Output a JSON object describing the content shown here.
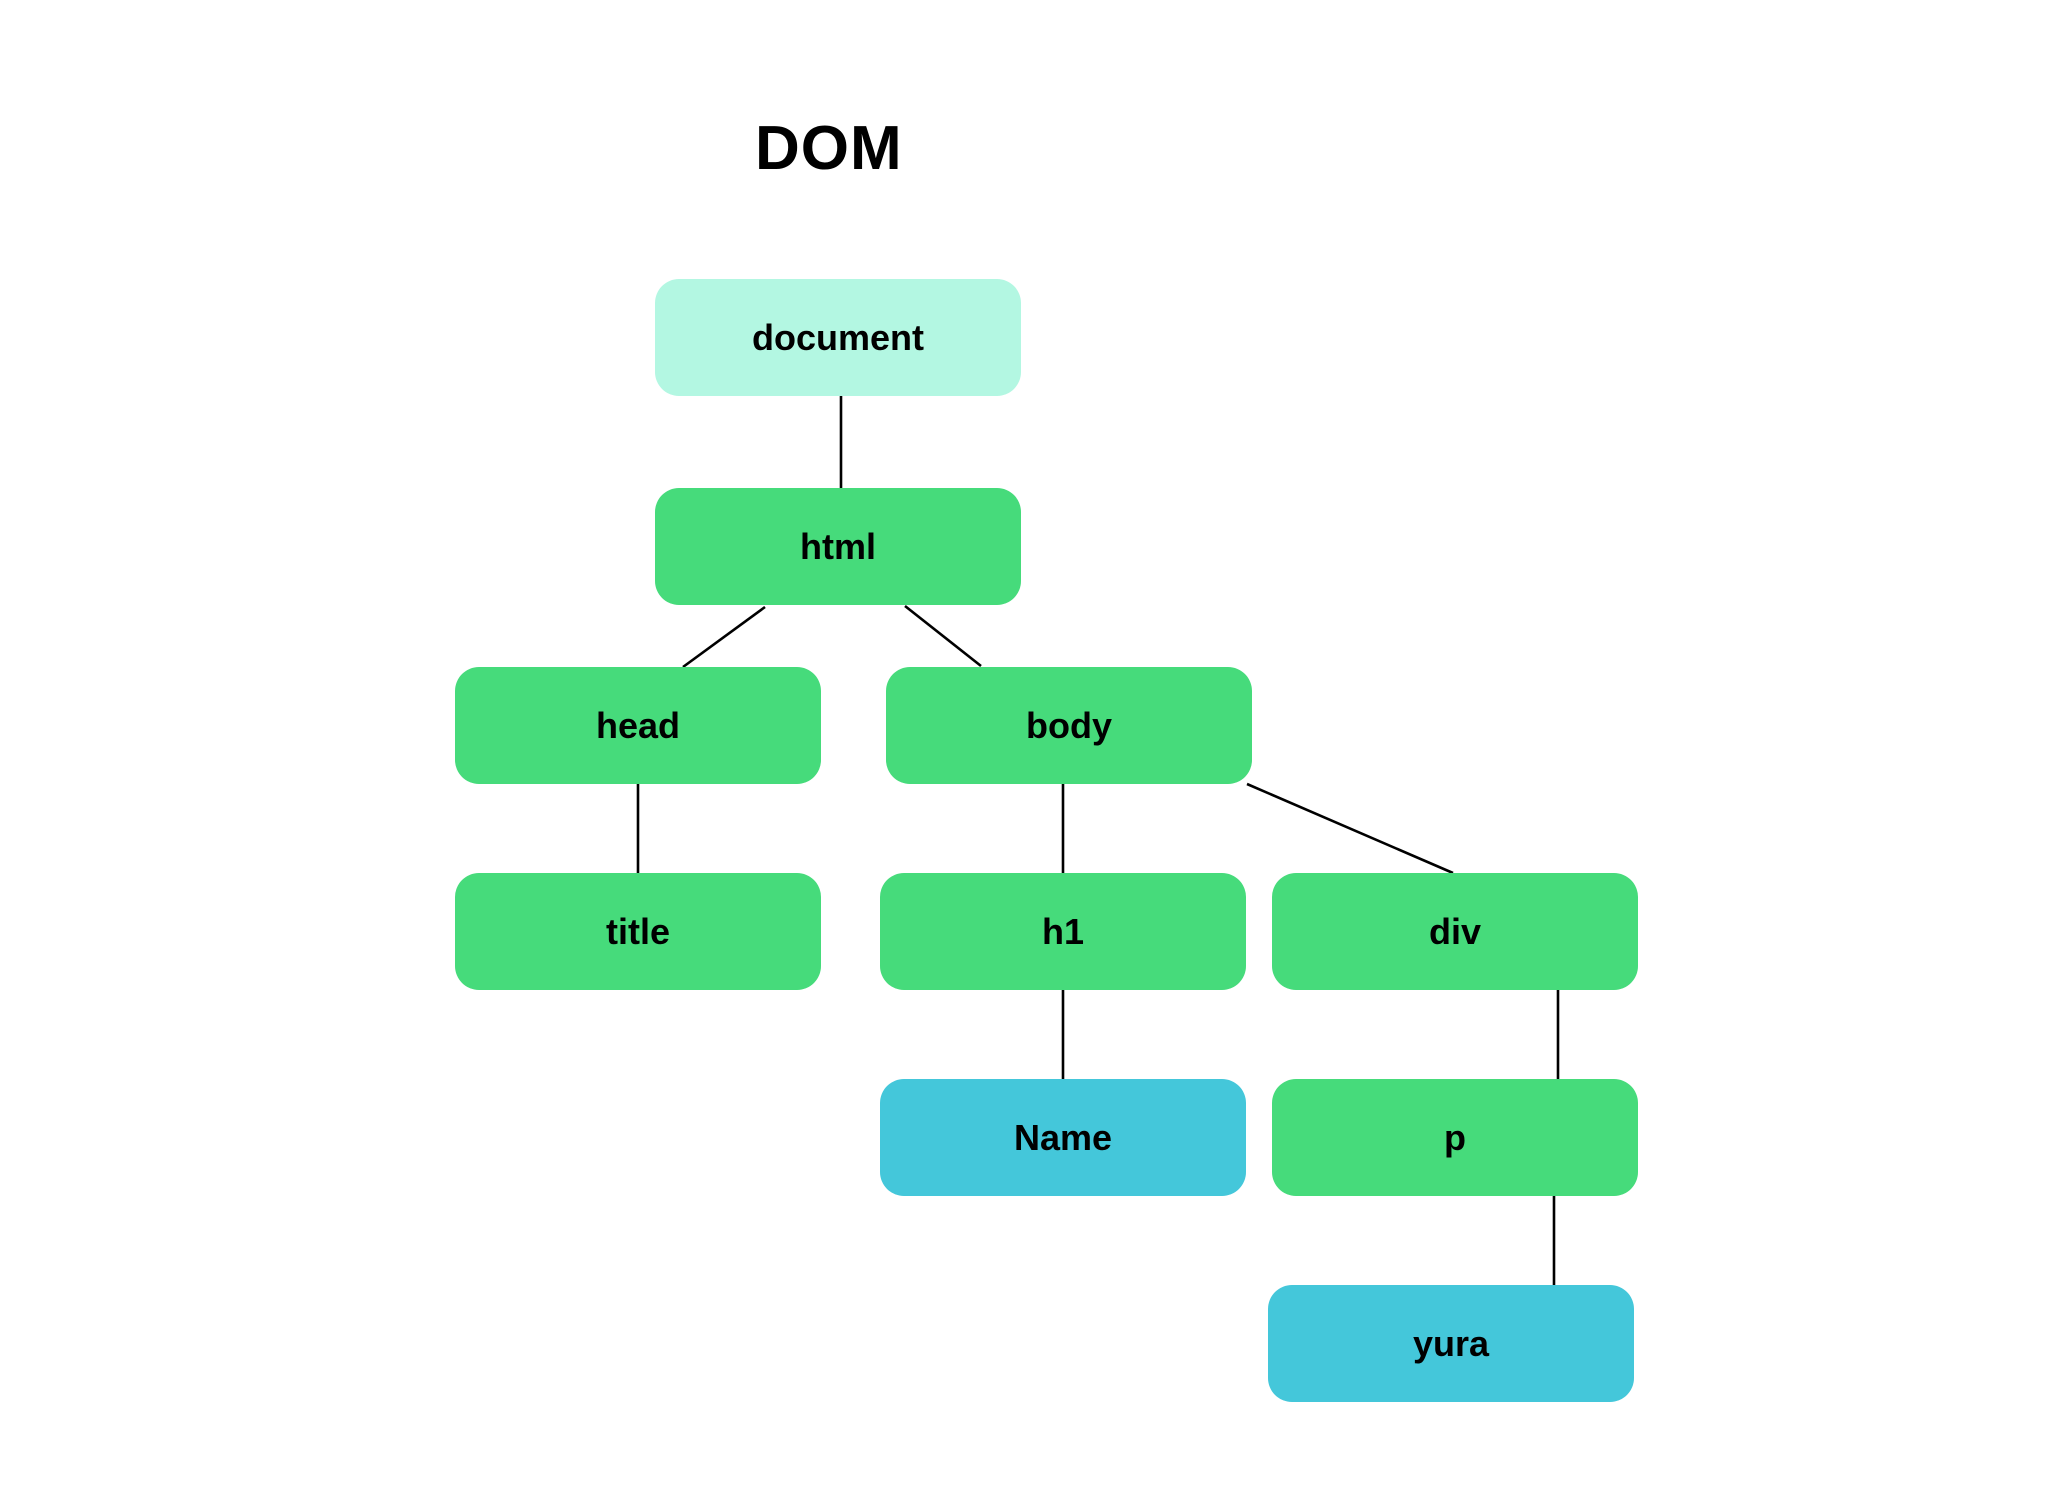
{
  "diagram": {
    "title": "DOM",
    "colors": {
      "root": "#b3f7e2",
      "element": "#46db7b",
      "text": "#44c7da",
      "connector": "#000000"
    },
    "nodes": {
      "document": "document",
      "html": "html",
      "head": "head",
      "body": "body",
      "title": "title",
      "h1": "h1",
      "div": "div",
      "name": "Name",
      "p": "p",
      "yura": "yura"
    },
    "edges": [
      [
        "document",
        "html"
      ],
      [
        "html",
        "head"
      ],
      [
        "html",
        "body"
      ],
      [
        "head",
        "title"
      ],
      [
        "body",
        "h1"
      ],
      [
        "body",
        "div"
      ],
      [
        "h1",
        "Name"
      ],
      [
        "div",
        "p"
      ],
      [
        "p",
        "yura"
      ]
    ]
  }
}
